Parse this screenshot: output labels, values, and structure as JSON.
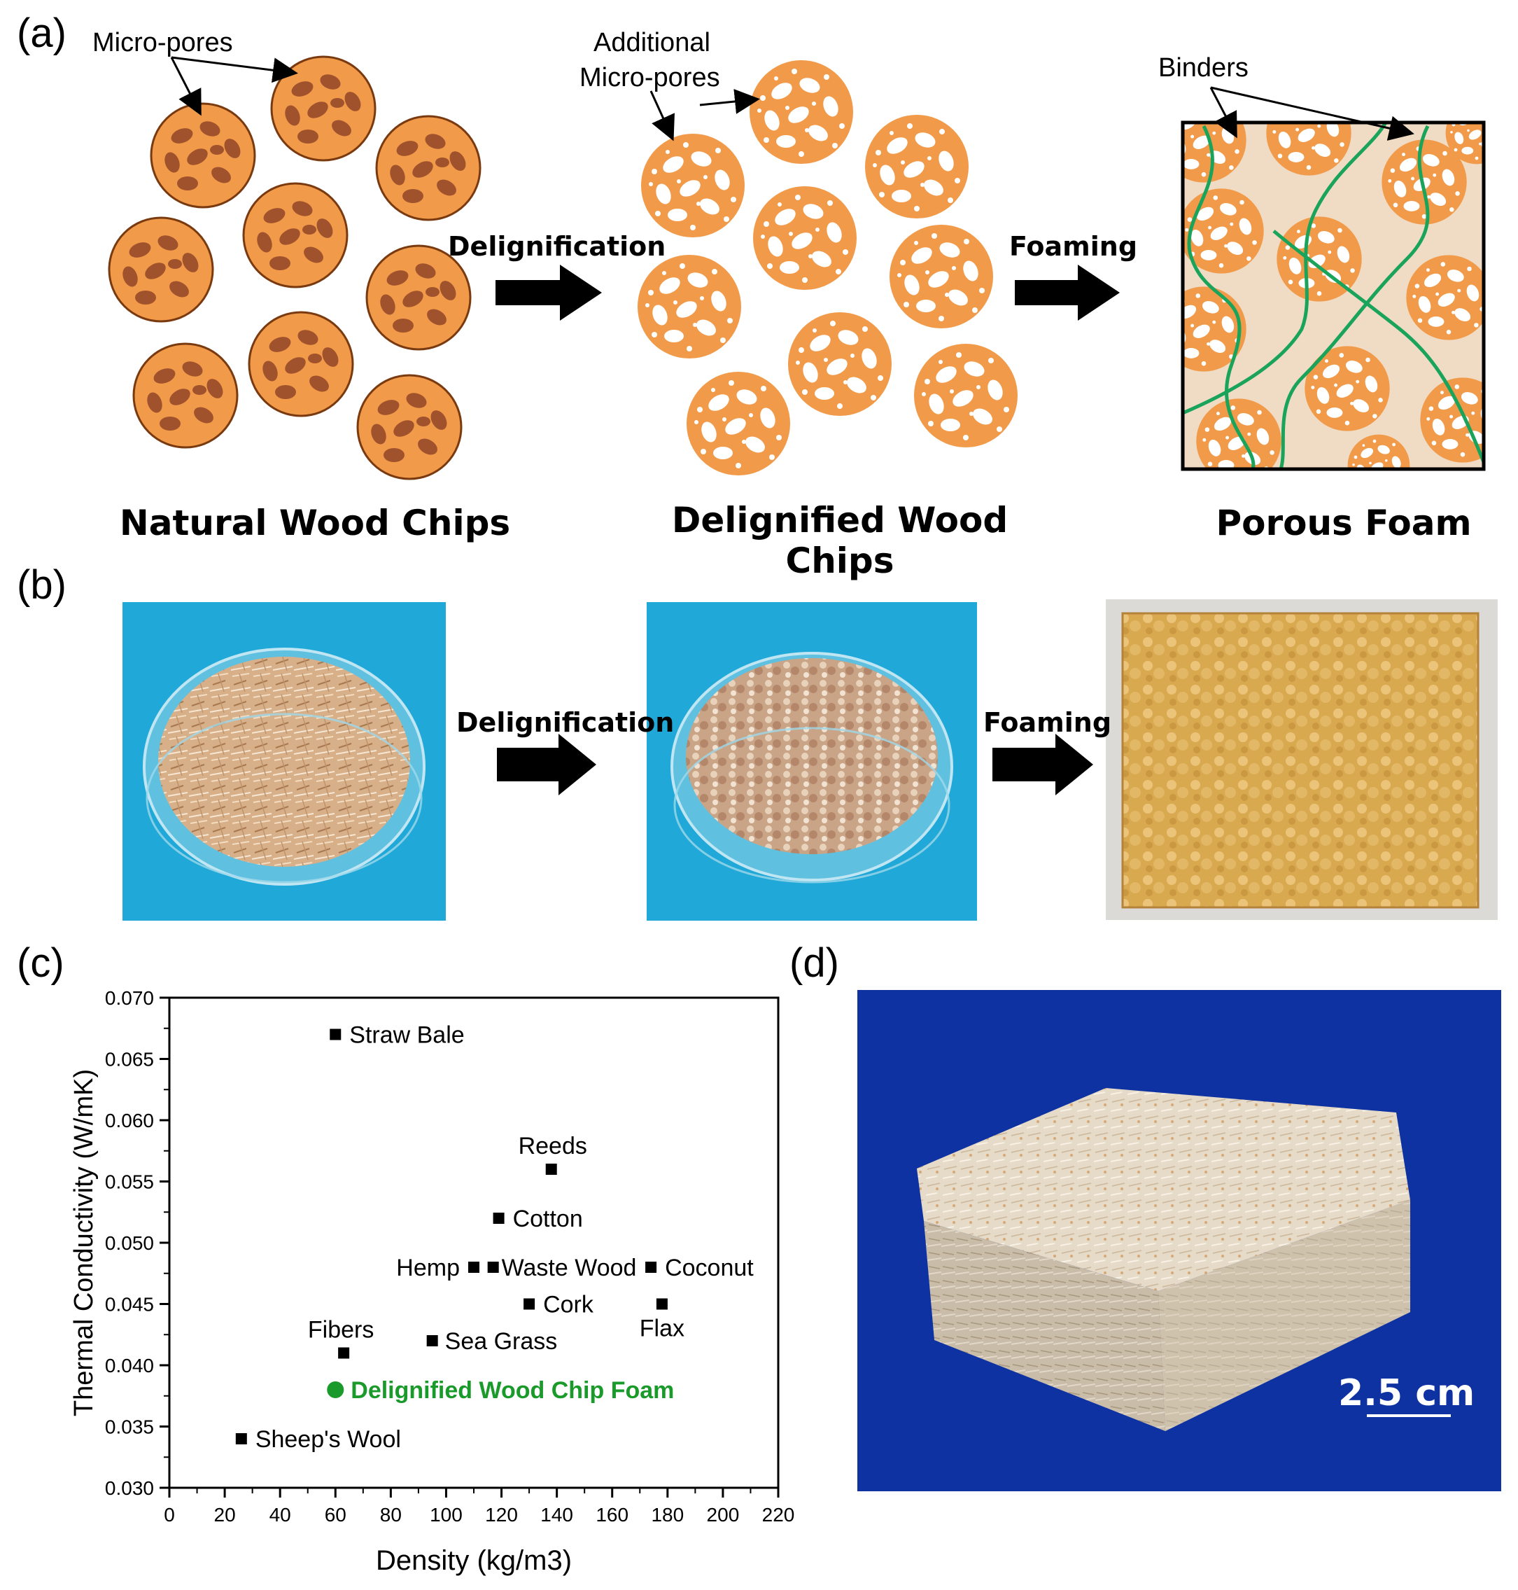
{
  "panels": {
    "a": "(a)",
    "b": "(b)",
    "c": "(c)",
    "d": "(d)"
  },
  "panel_a": {
    "label_micropores": "Micro-pores",
    "label_additional_1": "Additional",
    "label_additional_2": "Micro-pores",
    "label_binders": "Binders",
    "step1": "Delignification",
    "step2": "Foaming",
    "caption_natural": "Natural Wood Chips",
    "caption_delignified": "Delignified Wood Chips",
    "caption_foam": "Porous Foam"
  },
  "panel_b": {
    "step1": "Delignification",
    "step2": "Foaming"
  },
  "panel_d": {
    "scale_label": "2.5 cm"
  },
  "colors": {
    "chip_orange": "#f19a4a",
    "pore_brown": "#a0522d",
    "binder_green": "#1aa35a",
    "foam_bg": "#f0dcc4",
    "photo_blue": "#1fa8d8",
    "photo_navy": "#0b2e9a",
    "highlight_green": "#1a9a2a"
  },
  "chart_data": {
    "type": "scatter",
    "xlabel": "Density (kg/m3)",
    "ylabel": "Thermal Conductivity (W/mK)",
    "xlim": [
      0,
      220
    ],
    "ylim": [
      0.03,
      0.07
    ],
    "xticks": [
      "0",
      "20",
      "40",
      "60",
      "80",
      "100",
      "120",
      "140",
      "160",
      "180",
      "200",
      "220"
    ],
    "yticks": [
      "0.030",
      "0.035",
      "0.040",
      "0.045",
      "0.050",
      "0.055",
      "0.060",
      "0.065",
      "0.070"
    ],
    "points": [
      {
        "label": "Straw Bale",
        "x": 60,
        "y": 0.067
      },
      {
        "label": "Reeds",
        "x": 138,
        "y": 0.056
      },
      {
        "label": "Cotton",
        "x": 119,
        "y": 0.052
      },
      {
        "label": "Hemp",
        "x": 110,
        "y": 0.048
      },
      {
        "label": "Waste Wood",
        "x": 117,
        "y": 0.048
      },
      {
        "label": "Coconut",
        "x": 174,
        "y": 0.048
      },
      {
        "label": "Cork",
        "x": 130,
        "y": 0.045
      },
      {
        "label": "Flax",
        "x": 178,
        "y": 0.045
      },
      {
        "label": "Fibers",
        "x": 63,
        "y": 0.041
      },
      {
        "label": "Sea Grass",
        "x": 95,
        "y": 0.042
      },
      {
        "label": "Sheep's Wool",
        "x": 26,
        "y": 0.034
      }
    ],
    "highlight": {
      "label": "Delignified Wood Chip Foam",
      "x": 60,
      "y": 0.038
    }
  }
}
